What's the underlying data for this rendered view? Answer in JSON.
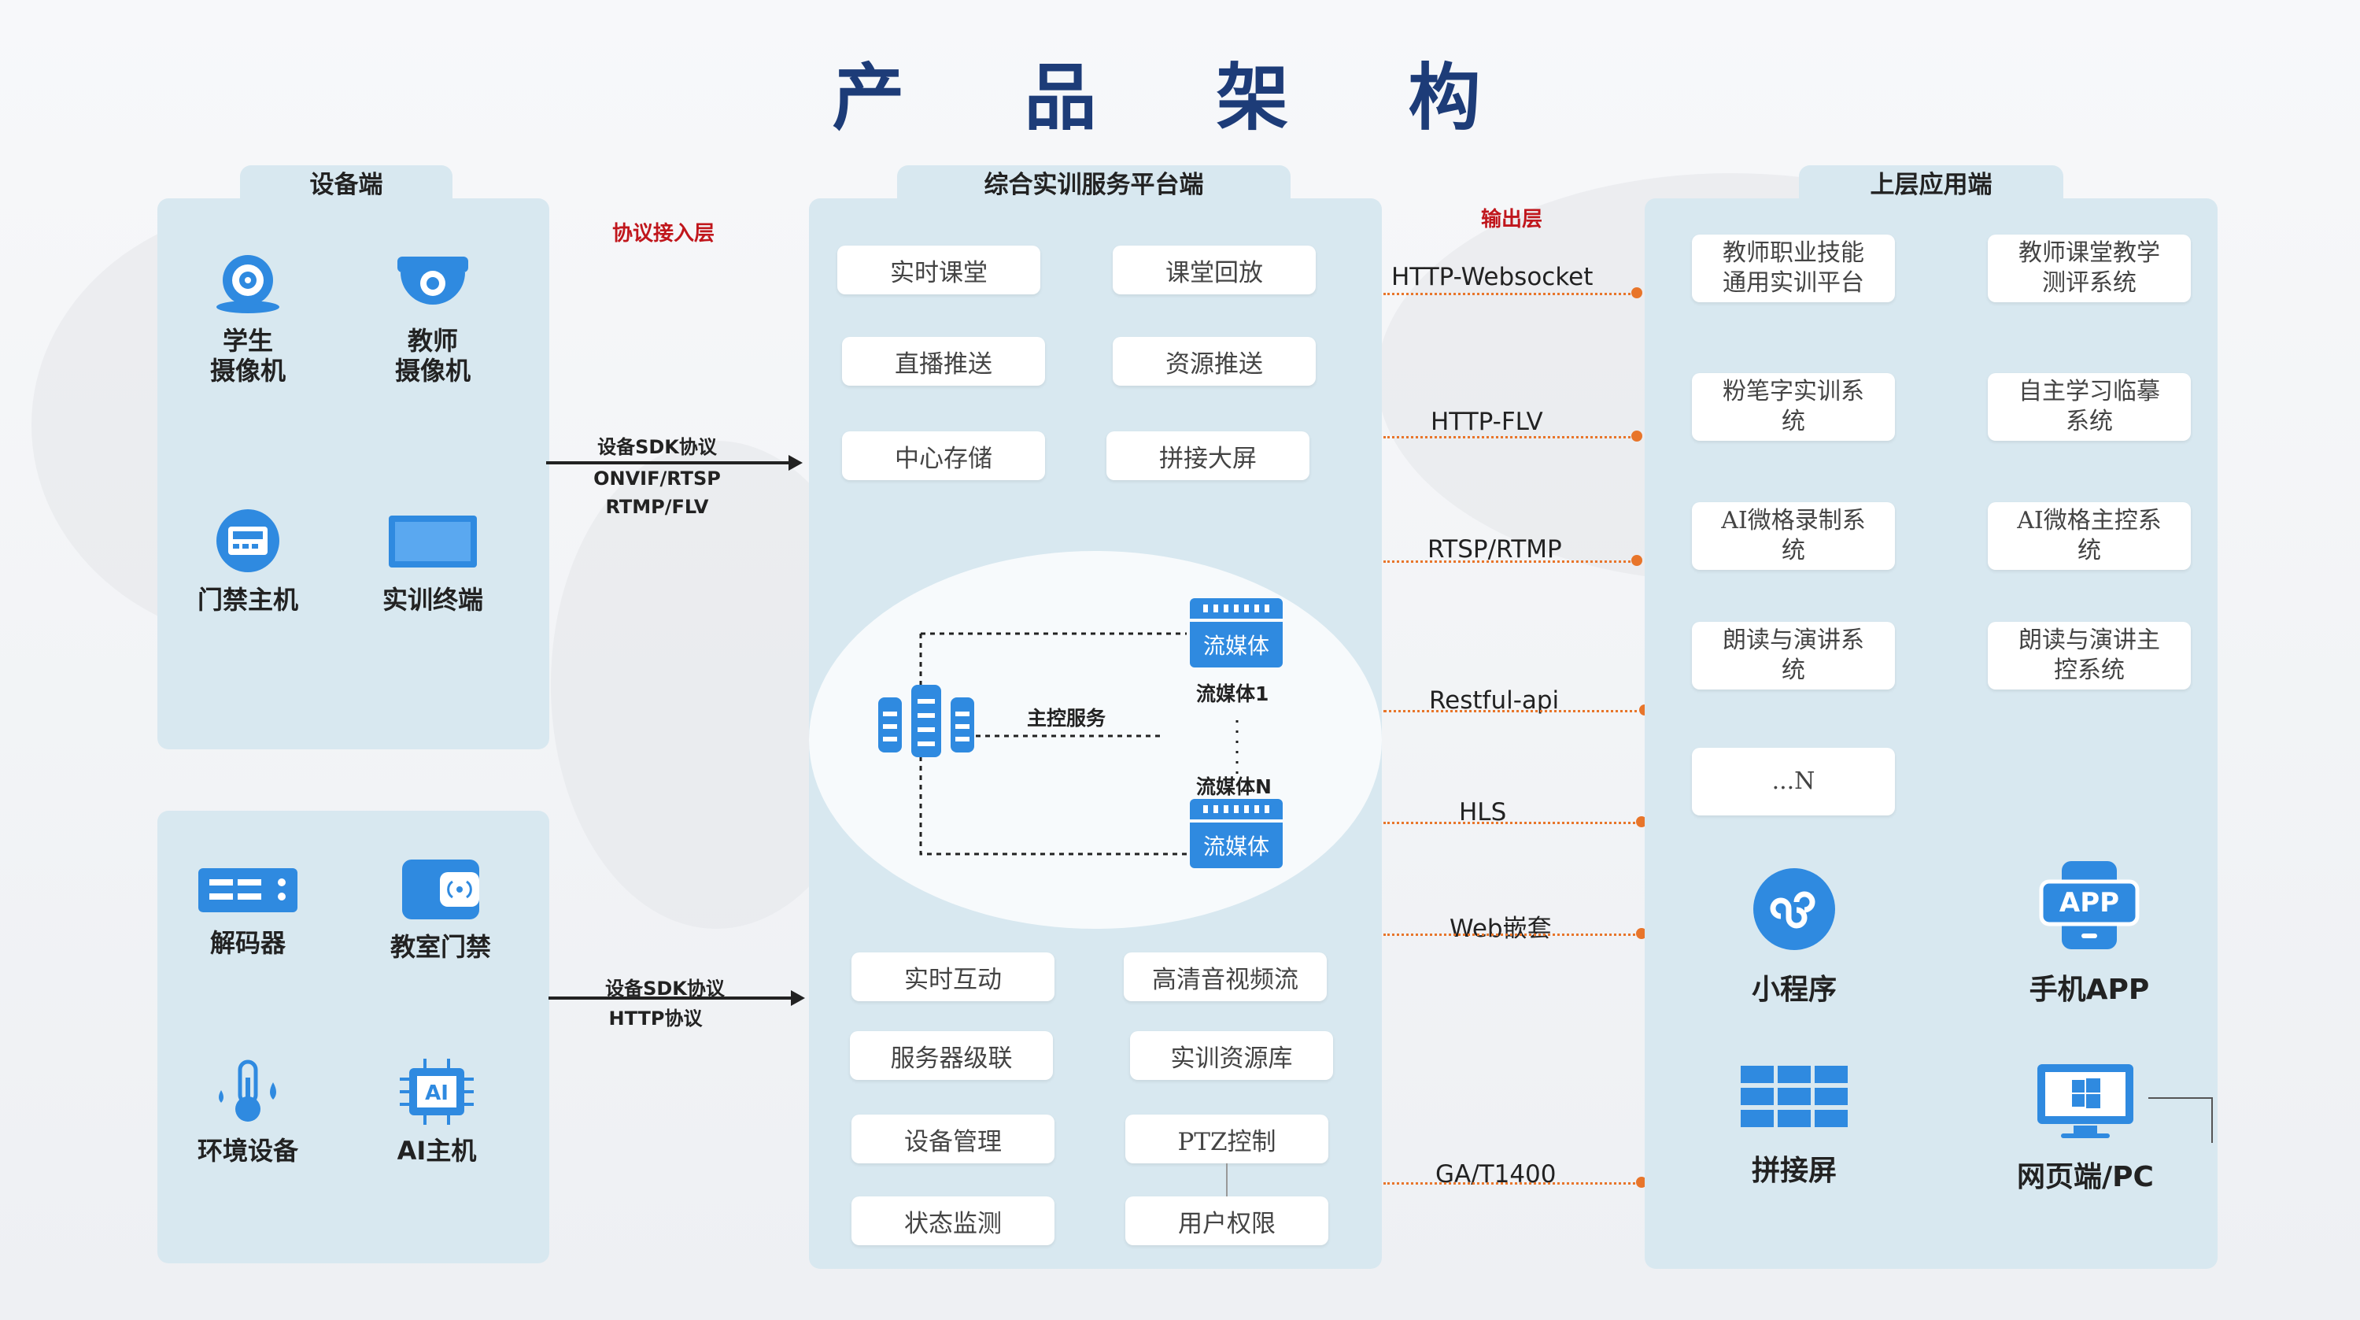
{
  "title": "产 品 架 构",
  "columns": {
    "device": "设备端",
    "platform": "综合实训服务平台端",
    "app": "上层应用端"
  },
  "layers": {
    "protocol": "协议接入层",
    "output": "输出层"
  },
  "devices_top": [
    {
      "label": "学生\n摄像机",
      "icon": "webcam-icon"
    },
    {
      "label": "教师\n摄像机",
      "icon": "dome-camera-icon"
    },
    {
      "label": "门禁主机",
      "icon": "access-control-host-icon"
    },
    {
      "label": "实训终端",
      "icon": "monitor-icon"
    }
  ],
  "devices_bottom": [
    {
      "label": "解码器",
      "icon": "decoder-icon"
    },
    {
      "label": "教室门禁",
      "icon": "classroom-access-icon"
    },
    {
      "label": "环境设备",
      "icon": "thermometer-icon"
    },
    {
      "label": "AI主机",
      "icon": "ai-chip-icon"
    }
  ],
  "arrow_top": {
    "line1": "设备SDK协议",
    "line2": "ONVIF/RTSP",
    "line3": "RTMP/FLV"
  },
  "arrow_bottom": {
    "line1": "设备SDK协议",
    "line2": "HTTP协议"
  },
  "platform_top": [
    "实时课堂",
    "课堂回放",
    "直播推送",
    "资源推送",
    "中心存储",
    "拼接大屏"
  ],
  "media": {
    "main": "主控服务",
    "node1_box": "流媒体",
    "node1_label": "流媒体1",
    "nodeN_box": "流媒体",
    "nodeN_label": "流媒体N"
  },
  "platform_bottom": [
    "实时互动",
    "高清音视频流",
    "服务器级联",
    "实训资源库",
    "设备管理",
    "PTZ控制",
    "状态监测",
    "用户权限"
  ],
  "outputs": [
    "HTTP-Websocket",
    "HTTP-FLV",
    "RTSP/RTMP",
    "Restful-api",
    "HLS",
    "Web嵌套",
    "GA/T1400"
  ],
  "apps": [
    "教师职业技能\n通用实训平台",
    "教师课堂教学\n测评系统",
    "粉笔字实训系\n统",
    "自主学习临摹\n系统",
    "AI微格录制系\n统",
    "AI微格主控系\n统",
    "朗读与演讲系\n统",
    "朗读与演讲主\n控系统",
    "...N"
  ],
  "clients": [
    {
      "label": "小程序",
      "icon": "mini-program-icon"
    },
    {
      "label": "手机APP",
      "icon": "app-icon",
      "badge": "APP"
    },
    {
      "label": "拼接屏",
      "icon": "video-wall-icon"
    },
    {
      "label": "网页端/PC",
      "icon": "pc-icon"
    }
  ],
  "colors": {
    "accent": "#1d3c78",
    "blue": "#2f8ae0",
    "panel": "#d8e8f0",
    "red": "#c0161c",
    "orange": "#e8752a"
  }
}
